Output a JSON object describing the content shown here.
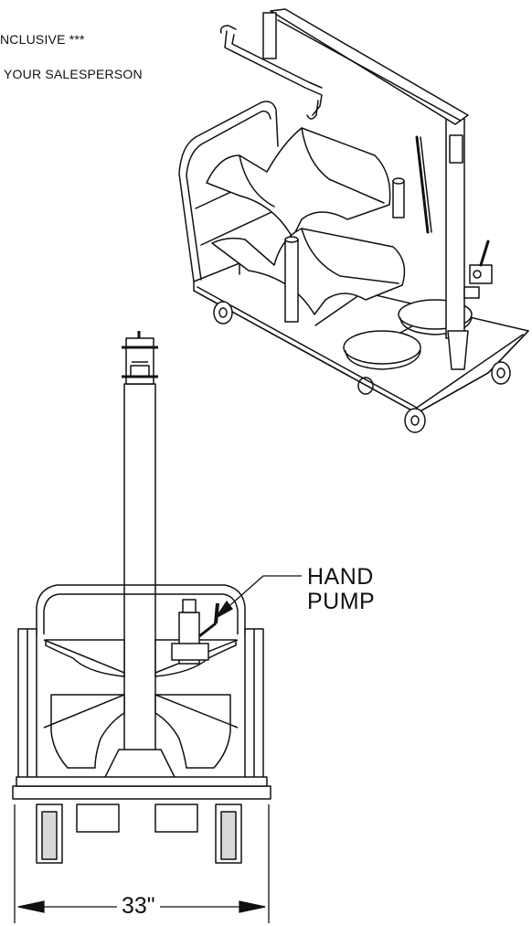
{
  "notes": {
    "line1": "NCLUSIVE ***",
    "line2": "YOUR SALESPERSON"
  },
  "callout": {
    "line1": "HAND",
    "line2": "PUMP"
  },
  "dimension": {
    "width_label": "33\""
  },
  "colors": {
    "line": "#111111",
    "fill": "#ffffff",
    "shade": "#d9d9d9"
  }
}
